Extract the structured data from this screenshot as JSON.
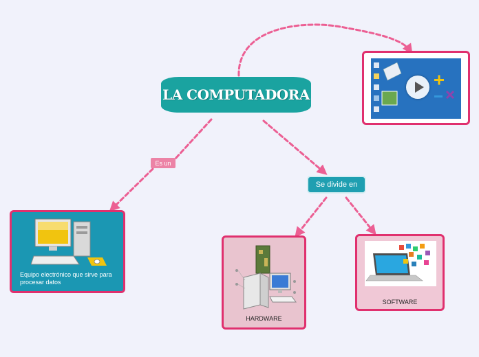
{
  "central": {
    "title": "LA COMPUTADORA"
  },
  "connectors": {
    "left_label": "Es un",
    "right_label": "Se divide en"
  },
  "definition": {
    "text": "Equipo electrónico que sirve para procesar datos"
  },
  "hardware": {
    "label": "HARDWARE"
  },
  "software": {
    "label": "SOFTWARE"
  },
  "video": {
    "icon": "play-icon"
  },
  "colors": {
    "background": "#f1f2fb",
    "central": "#1aa3a0",
    "connector": "#ec5f93",
    "node_border": "#e0306e",
    "teal_node": "#1b97b3",
    "pink_node": "#e9c4cf"
  }
}
